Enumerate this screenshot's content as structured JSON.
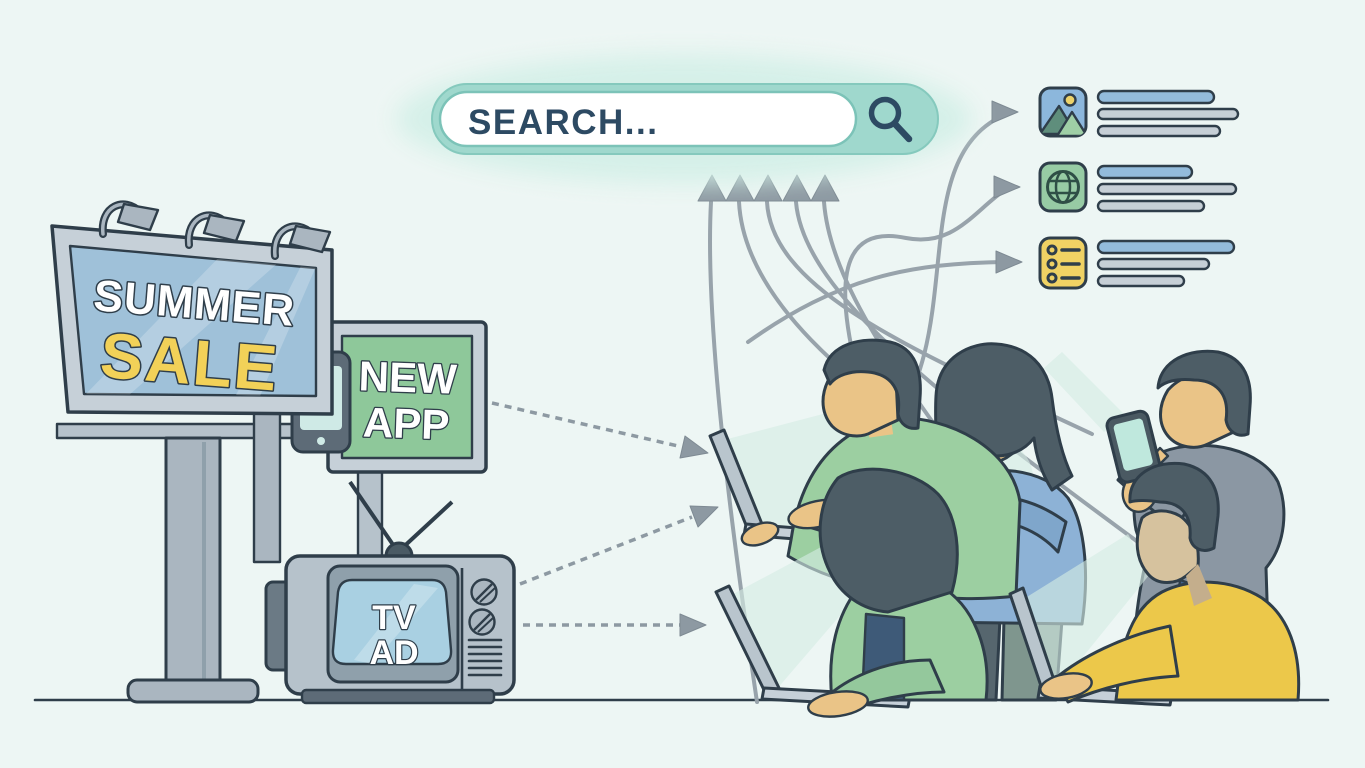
{
  "scene": {
    "background": "#edf6f4",
    "outline": "#2f3e4a",
    "connector_color": "#98a3ab",
    "ground_color": "#2f3e4a"
  },
  "search_bar": {
    "value": "SEARCH...",
    "icon": "magnifier",
    "pill_color": "#9fd8cd",
    "field_color": "#ffffff",
    "text_color": "#2d4a63"
  },
  "billboard": {
    "line1": "SUMMER",
    "line2": "SALE",
    "line1_color": "#ffffff",
    "line2_color": "#f2d158",
    "screen_color": "#9fc1d9",
    "frame_color": "#c6d0d8",
    "lamp_count": 3
  },
  "app_sign": {
    "line1": "NEW",
    "line2": "APP",
    "text_color": "#ffffff",
    "panel_color": "#8ec89a",
    "frame_color": "#c6d0d8",
    "icon": "smartphone"
  },
  "tv": {
    "line1": "TV",
    "line2": "AD",
    "text_color": "#ffffff",
    "screen_color": "#a9d0e2",
    "body_color": "#b6c2cb",
    "knob_count": 2
  },
  "results": {
    "items": [
      {
        "icon": "image-thumbnail",
        "icon_bg": "#8cb7dc"
      },
      {
        "icon": "globe",
        "icon_bg": "#97cba4"
      },
      {
        "icon": "bulleted-list",
        "icon_bg": "#f0d264"
      }
    ],
    "bar_primary": "#93bbdb",
    "bar_secondary": "#c6cfd6"
  },
  "flows": {
    "up_arrow_count": 5,
    "result_arrow_count": 3,
    "ad_arrow_count": 3
  },
  "people": [
    {
      "id": "man-laptop-standing",
      "device": "laptop",
      "top_color": "#9ccfa1"
    },
    {
      "id": "woman-laptop-sitting",
      "device": "laptop",
      "top_color": "#9ccfa1"
    },
    {
      "id": "woman-phone-standing",
      "device": "phone",
      "top_color": "#8db2d6"
    },
    {
      "id": "man-phone-standing",
      "device": "phone",
      "top_color": "#8b97a3"
    },
    {
      "id": "man-laptop-sitting",
      "device": "laptop",
      "top_color": "#ecc84a"
    }
  ]
}
